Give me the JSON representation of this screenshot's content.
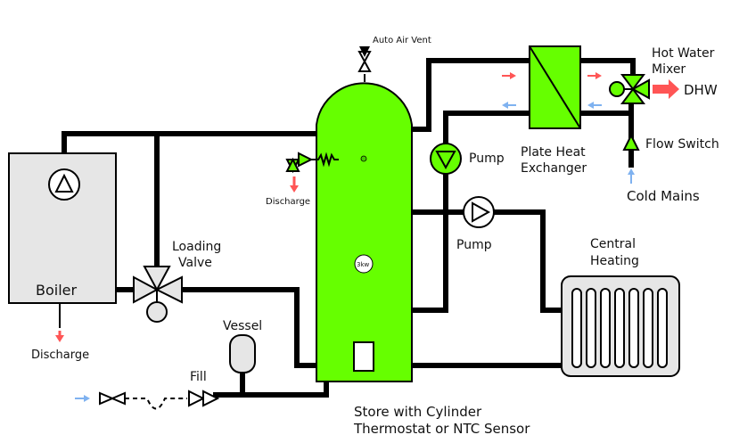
{
  "labels": {
    "auto_air_vent": "Auto Air Vent",
    "hot_water_mixer_1": "Hot Water",
    "hot_water_mixer_2": "Mixer",
    "dhw": "DHW",
    "plate_heat_1": "Plate Heat",
    "plate_heat_2": "Exchanger",
    "pump_top": "Pump",
    "pump_mid": "Pump",
    "flow_switch": "Flow Switch",
    "cold_mains": "Cold Mains",
    "discharge_cyl": "Discharge",
    "discharge_boiler": "Discharge",
    "loading_1": "Loading",
    "loading_2": "Valve",
    "boiler": "Boiler",
    "vessel": "Vessel",
    "fill": "Fill",
    "central_heating_1": "Central",
    "central_heating_2": "Heating",
    "store_1": "Store with Cylinder",
    "store_2": "Thermostat or NTC Sensor",
    "immersion": "3kw"
  },
  "colors": {
    "pipe": "#000000",
    "component_green": "#66ff00",
    "boiler_grey": "#e6e6e6",
    "vessel_grey": "#e6e6e6",
    "hot_arrow": "#ff5555",
    "cold_arrow": "#7fb2f0"
  }
}
